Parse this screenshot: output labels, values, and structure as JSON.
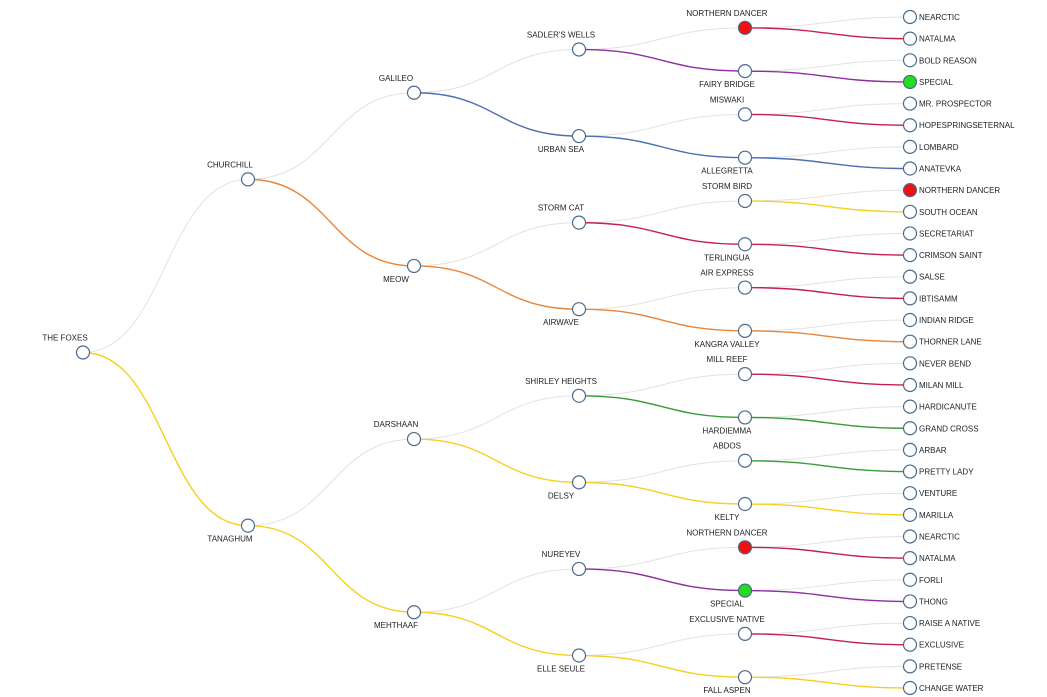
{
  "colors": {
    "node_fill": "#ffffff",
    "node_stroke": "#4a6a8a",
    "red_marker": "#ee1111",
    "green_marker": "#22dd22",
    "link_default": "#e2e2e2",
    "orange": "#e8853a",
    "yellow": "#f5d020",
    "blue": "#4b6fb0",
    "purple": "#8e2da0",
    "crimson": "#c4204f",
    "green": "#3a9a3a"
  },
  "tree": {
    "name": "THE FOXES",
    "children": [
      {
        "name": "CHURCHILL",
        "link": "link_default",
        "children": [
          {
            "name": "GALILEO",
            "link": "link_default",
            "children": [
              {
                "name": "SADLER'S WELLS",
                "link": "link_default",
                "children": [
                  {
                    "name": "NORTHERN DANCER",
                    "link": "link_default",
                    "marker": "red",
                    "children": [
                      {
                        "name": "NEARCTIC",
                        "link": "link_default"
                      },
                      {
                        "name": "NATALMA",
                        "link": "crimson"
                      }
                    ]
                  },
                  {
                    "name": "FAIRY BRIDGE",
                    "link": "purple",
                    "children": [
                      {
                        "name": "BOLD REASON",
                        "link": "link_default"
                      },
                      {
                        "name": "SPECIAL",
                        "link": "purple",
                        "marker": "green"
                      }
                    ]
                  }
                ]
              },
              {
                "name": "URBAN SEA",
                "link": "blue",
                "children": [
                  {
                    "name": "MISWAKI",
                    "link": "link_default",
                    "children": [
                      {
                        "name": "MR. PROSPECTOR",
                        "link": "link_default"
                      },
                      {
                        "name": "HOPESPRINGSETERNAL",
                        "link": "crimson"
                      }
                    ]
                  },
                  {
                    "name": "ALLEGRETTA",
                    "link": "blue",
                    "children": [
                      {
                        "name": "LOMBARD",
                        "link": "link_default"
                      },
                      {
                        "name": "ANATEVKA",
                        "link": "blue"
                      }
                    ]
                  }
                ]
              }
            ]
          },
          {
            "name": "MEOW",
            "link": "orange",
            "children": [
              {
                "name": "STORM CAT",
                "link": "link_default",
                "children": [
                  {
                    "name": "STORM BIRD",
                    "link": "link_default",
                    "children": [
                      {
                        "name": "NORTHERN DANCER",
                        "link": "link_default",
                        "marker": "red"
                      },
                      {
                        "name": "SOUTH OCEAN",
                        "link": "yellow"
                      }
                    ]
                  },
                  {
                    "name": "TERLINGUA",
                    "link": "crimson",
                    "children": [
                      {
                        "name": "SECRETARIAT",
                        "link": "link_default"
                      },
                      {
                        "name": "CRIMSON SAINT",
                        "link": "crimson"
                      }
                    ]
                  }
                ]
              },
              {
                "name": "AIRWAVE",
                "link": "orange",
                "children": [
                  {
                    "name": "AIR EXPRESS",
                    "link": "link_default",
                    "children": [
                      {
                        "name": "SALSE",
                        "link": "link_default"
                      },
                      {
                        "name": "IBTISAMM",
                        "link": "crimson"
                      }
                    ]
                  },
                  {
                    "name": "KANGRA VALLEY",
                    "link": "orange",
                    "children": [
                      {
                        "name": "INDIAN RIDGE",
                        "link": "link_default"
                      },
                      {
                        "name": "THORNER LANE",
                        "link": "orange"
                      }
                    ]
                  }
                ]
              }
            ]
          }
        ]
      },
      {
        "name": "TANAGHUM",
        "link": "yellow",
        "children": [
          {
            "name": "DARSHAAN",
            "link": "link_default",
            "children": [
              {
                "name": "SHIRLEY HEIGHTS",
                "link": "link_default",
                "children": [
                  {
                    "name": "MILL REEF",
                    "link": "link_default",
                    "children": [
                      {
                        "name": "NEVER BEND",
                        "link": "link_default"
                      },
                      {
                        "name": "MILAN MILL",
                        "link": "crimson"
                      }
                    ]
                  },
                  {
                    "name": "HARDIEMMA",
                    "link": "green",
                    "children": [
                      {
                        "name": "HARDICANUTE",
                        "link": "link_default"
                      },
                      {
                        "name": "GRAND CROSS",
                        "link": "green"
                      }
                    ]
                  }
                ]
              },
              {
                "name": "DELSY",
                "link": "yellow",
                "children": [
                  {
                    "name": "ABDOS",
                    "link": "link_default",
                    "children": [
                      {
                        "name": "ARBAR",
                        "link": "link_default"
                      },
                      {
                        "name": "PRETTY LADY",
                        "link": "green"
                      }
                    ]
                  },
                  {
                    "name": "KELTY",
                    "link": "yellow",
                    "children": [
                      {
                        "name": "VENTURE",
                        "link": "link_default"
                      },
                      {
                        "name": "MARILLA",
                        "link": "yellow"
                      }
                    ]
                  }
                ]
              }
            ]
          },
          {
            "name": "MEHTHAAF",
            "link": "yellow",
            "children": [
              {
                "name": "NUREYEV",
                "link": "link_default",
                "children": [
                  {
                    "name": "NORTHERN DANCER",
                    "link": "link_default",
                    "marker": "red",
                    "children": [
                      {
                        "name": "NEARCTIC",
                        "link": "link_default"
                      },
                      {
                        "name": "NATALMA",
                        "link": "crimson"
                      }
                    ]
                  },
                  {
                    "name": "SPECIAL",
                    "link": "purple",
                    "marker": "green",
                    "children": [
                      {
                        "name": "FORLI",
                        "link": "link_default"
                      },
                      {
                        "name": "THONG",
                        "link": "purple"
                      }
                    ]
                  }
                ]
              },
              {
                "name": "ELLE SEULE",
                "link": "yellow",
                "children": [
                  {
                    "name": "EXCLUSIVE NATIVE",
                    "link": "link_default",
                    "children": [
                      {
                        "name": "RAISE A NATIVE",
                        "link": "link_default"
                      },
                      {
                        "name": "EXCLUSIVE",
                        "link": "crimson"
                      }
                    ]
                  },
                  {
                    "name": "FALL ASPEN",
                    "link": "yellow",
                    "children": [
                      {
                        "name": "PRETENSE",
                        "link": "link_default"
                      },
                      {
                        "name": "CHANGE WATER",
                        "link": "yellow"
                      }
                    ]
                  }
                ]
              }
            ]
          }
        ]
      }
    ]
  }
}
